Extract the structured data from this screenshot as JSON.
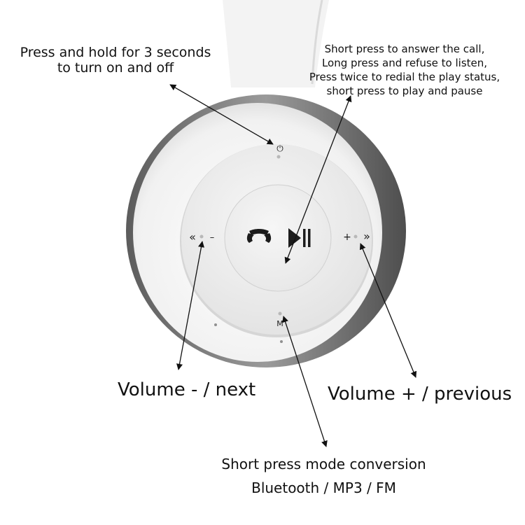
{
  "annotations": {
    "power": {
      "lines": [
        "Press and hold for 3 seconds",
        "to turn on and off"
      ]
    },
    "play": {
      "lines": [
        "Short press to answer the call,",
        "Long press and refuse to listen,",
        "Press twice to redial the play status,",
        "short press to play and pause"
      ]
    },
    "volume_down": {
      "label": "Volume - / next"
    },
    "volume_up": {
      "label": "Volume + / previous"
    },
    "mode": {
      "lines": [
        "Short press mode conversion",
        "Bluetooth / MP3 / FM"
      ]
    }
  },
  "device_labels": {
    "power_symbol": "⏻",
    "minus": "–",
    "plus": "+",
    "prev_chevrons": "«",
    "next_chevrons": "»",
    "mode_letter": "M"
  },
  "colors": {
    "headphone_white": "#f2f2f2",
    "cup_shadow": "#7a7a7a",
    "dial_face": "#ebebeb",
    "arrow": "#111111",
    "symbol": "#1c1c1c"
  }
}
